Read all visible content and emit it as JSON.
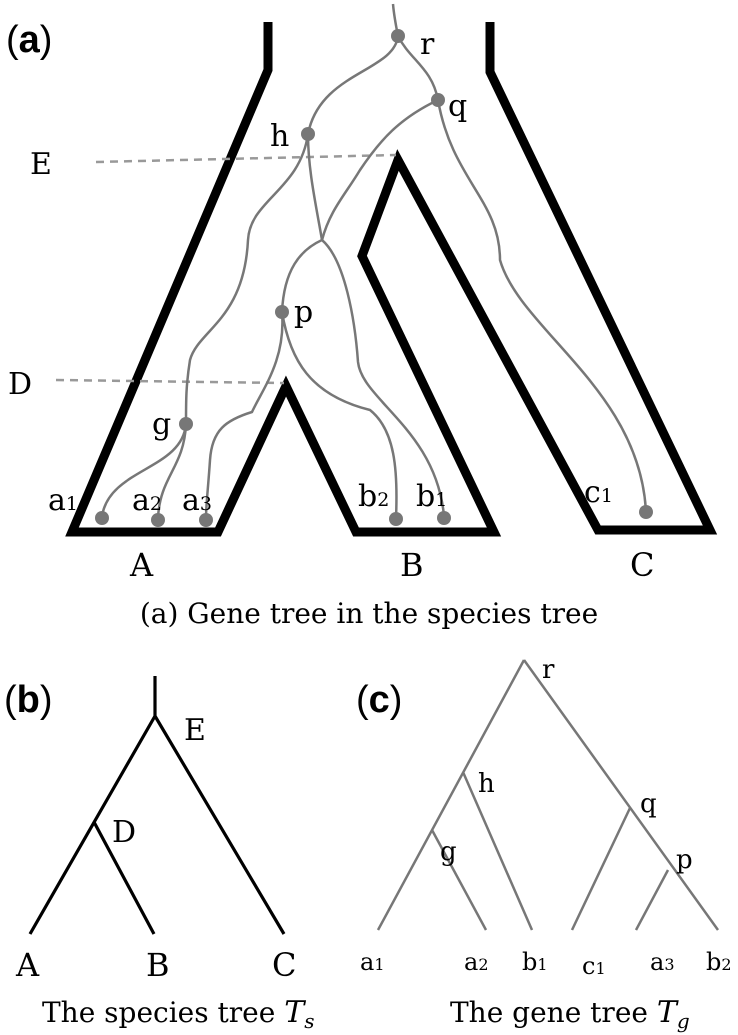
{
  "panel_a": {
    "label": "a",
    "caption": "(a)  Gene tree in the species tree",
    "species": [
      "A",
      "B",
      "C"
    ],
    "dashed_lines": [
      "E",
      "D"
    ],
    "gene_nodes": [
      "r",
      "q",
      "h",
      "p",
      "g"
    ],
    "leaves": [
      {
        "name": "a",
        "sub": "1"
      },
      {
        "name": "a",
        "sub": "2"
      },
      {
        "name": "a",
        "sub": "3"
      },
      {
        "name": "b",
        "sub": "2"
      },
      {
        "name": "b",
        "sub": "1"
      },
      {
        "name": "c",
        "sub": "1"
      }
    ]
  },
  "panel_b": {
    "label": "b",
    "internal_nodes": [
      "E",
      "D"
    ],
    "leaves": [
      "A",
      "B",
      "C"
    ],
    "caption_text": "The species tree ",
    "caption_math": "T",
    "caption_sub": "s"
  },
  "panel_c": {
    "label": "c",
    "internal_nodes": [
      "r",
      "h",
      "q",
      "g",
      "p"
    ],
    "leaves": [
      {
        "name": "a",
        "sub": "1"
      },
      {
        "name": "a",
        "sub": "2"
      },
      {
        "name": "b",
        "sub": "1"
      },
      {
        "name": "c",
        "sub": "1"
      },
      {
        "name": "a",
        "sub": "3"
      },
      {
        "name": "b",
        "sub": "2"
      }
    ],
    "caption_text": "The gene tree ",
    "caption_math": "T",
    "caption_sub": "g"
  },
  "colors": {
    "species_tree": "#000000",
    "gene_tree": "#777777",
    "dashed": "#999999"
  }
}
